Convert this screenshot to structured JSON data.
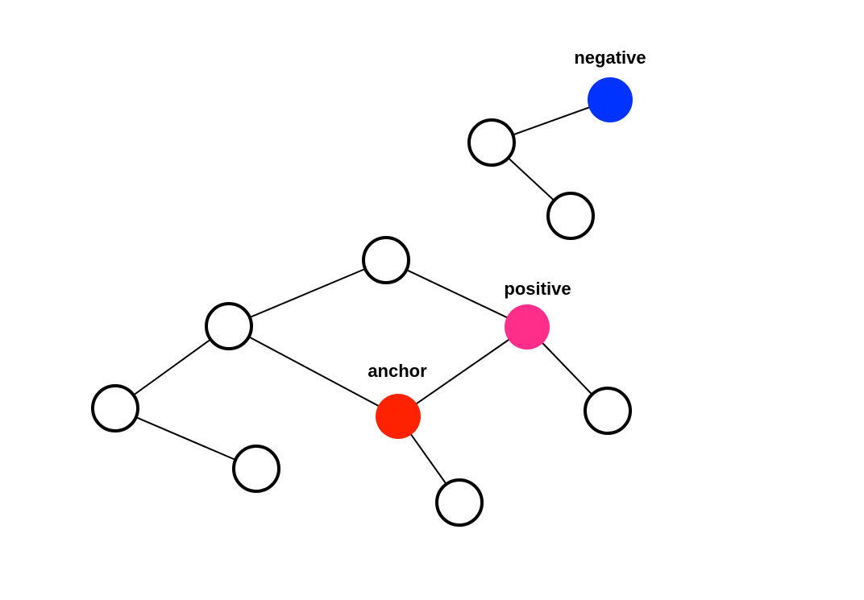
{
  "labels": {
    "negative": "negative",
    "positive": "positive",
    "anchor": "anchor"
  },
  "colors": {
    "negative": "#0033ff",
    "positive": "#ff2e8b",
    "anchor": "#ff2200",
    "edge": "#000000",
    "node_outline": "#000000"
  }
}
